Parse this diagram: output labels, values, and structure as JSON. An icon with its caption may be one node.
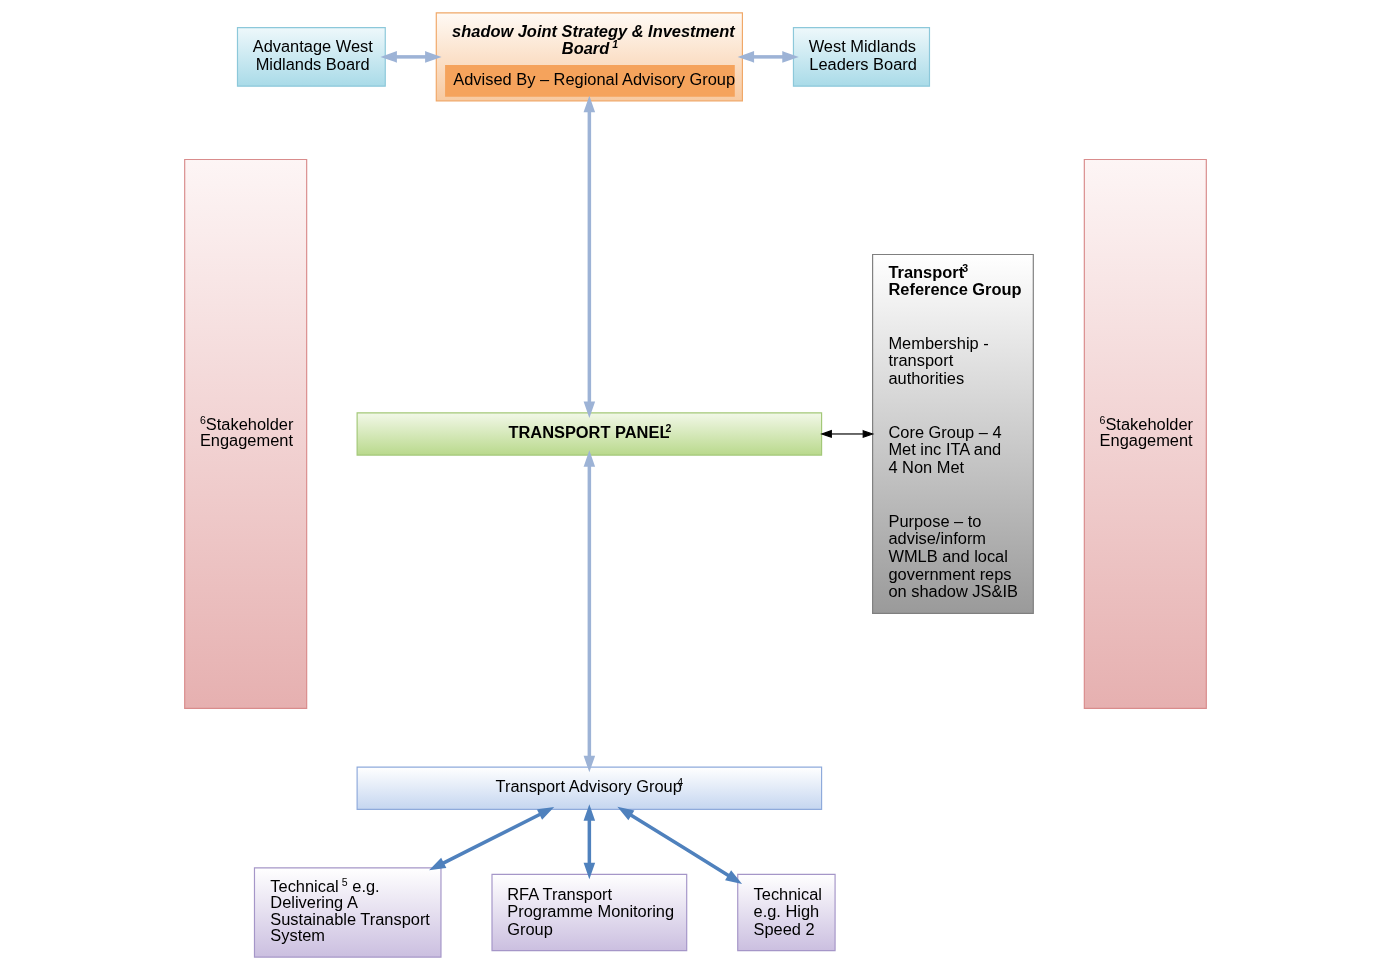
{
  "diagram": {
    "nodes": [
      {
        "text": [
          "$^{6}$Stakeholder Engagement"
        ]
      },
      {
        "text": [
          "Advantage West Midlands Board"
        ]
      },
      {
        "text": [
          "shadow Joint Strategy & Investment Board $^{1}$",
          "Advised By – Regional Advisory Group"
        ]
      },
      {
        "text": [
          "West Midlands Leaders Board"
        ]
      },
      {
        "text": [
          "Transport$^{3}$ Reference Group",
          "Membership - transport authorities",
          "Core Group – 4 Met inc ITA and 4 Non Met",
          "Purpose – to advise/inform WMLB and local government reps on shadow JS&IB"
        ]
      },
      {
        "text": [
          "TRANSPORT PANEL$^{2}$"
        ]
      },
      {
        "text": [
          "Transport Advisory Group$^{4}$"
        ]
      },
      {
        "text": [
          "Technical $^{5}$ e.g. Delivering A Sustainable Transport System"
        ]
      },
      {
        "text": [
          "RFA Transport Programme Monitoring Group"
        ]
      },
      {
        "text": [
          "Technical e.g. High Speed 2"
        ]
      },
      {
        "text": [
          "$^{6}$Stakeholder Engagement"
        ]
      }
    ],
    "edges": [
      {
        "from": 1,
        "to": 2,
        "arrow": "both"
      },
      {
        "from": 2,
        "to": 3,
        "arrow": "both"
      },
      {
        "from": 2,
        "to": 5,
        "arrow": "both"
      },
      {
        "from": 5,
        "to": 4,
        "arrow": "both",
        "color": "#000000"
      },
      {
        "from": 5,
        "to": 6,
        "arrow": "both"
      },
      {
        "from": 6,
        "to": 7,
        "arrow": "both",
        "color": "#4f81bd"
      },
      {
        "from": 6,
        "to": 8,
        "arrow": "both",
        "color": "#4f81bd"
      },
      {
        "from": 6,
        "to": 9,
        "arrow": "both",
        "color": "#4f81bd"
      }
    ]
  }
}
